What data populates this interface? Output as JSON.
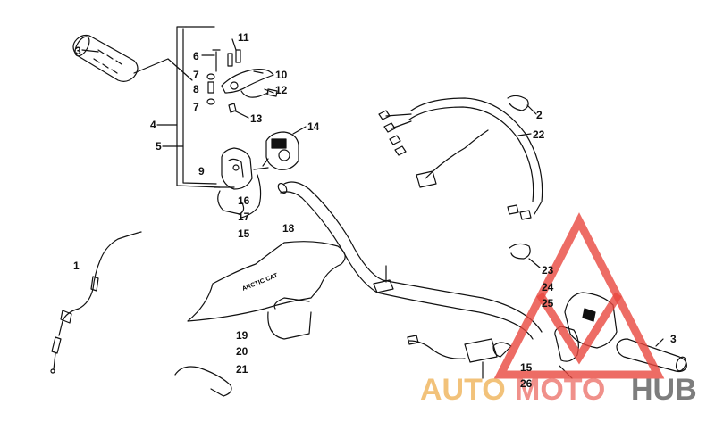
{
  "diagram": {
    "callouts": [
      {
        "id": "c3a",
        "text": "3"
      },
      {
        "id": "c11",
        "text": "11"
      },
      {
        "id": "c6",
        "text": "6"
      },
      {
        "id": "c10",
        "text": "10"
      },
      {
        "id": "c7a",
        "text": "7"
      },
      {
        "id": "c8",
        "text": "8"
      },
      {
        "id": "c12",
        "text": "12"
      },
      {
        "id": "c7b",
        "text": "7"
      },
      {
        "id": "c13",
        "text": "13"
      },
      {
        "id": "c4",
        "text": "4"
      },
      {
        "id": "c14",
        "text": "14"
      },
      {
        "id": "c5",
        "text": "5"
      },
      {
        "id": "c9",
        "text": "9"
      },
      {
        "id": "c16",
        "text": "16"
      },
      {
        "id": "c17",
        "text": "17"
      },
      {
        "id": "c15a",
        "text": "15"
      },
      {
        "id": "c18",
        "text": "18"
      },
      {
        "id": "c2",
        "text": "2"
      },
      {
        "id": "c22",
        "text": "22"
      },
      {
        "id": "c1",
        "text": "1"
      },
      {
        "id": "c23",
        "text": "23"
      },
      {
        "id": "c24",
        "text": "24"
      },
      {
        "id": "c25",
        "text": "25"
      },
      {
        "id": "c19",
        "text": "19"
      },
      {
        "id": "c20",
        "text": "20"
      },
      {
        "id": "c21",
        "text": "21"
      },
      {
        "id": "c3b",
        "text": "3"
      },
      {
        "id": "c15b",
        "text": "15"
      },
      {
        "id": "c26",
        "text": "26"
      }
    ]
  },
  "pad_text": "ARCTIC CAT",
  "watermark": {
    "part1": "AUTO",
    "part2": "MOTO",
    "part3": "HUB",
    "colors": {
      "auto": "#f2c27a",
      "moto": "#f0908a",
      "hub": "#7d7d7d",
      "triangle": "#e8473e"
    }
  }
}
